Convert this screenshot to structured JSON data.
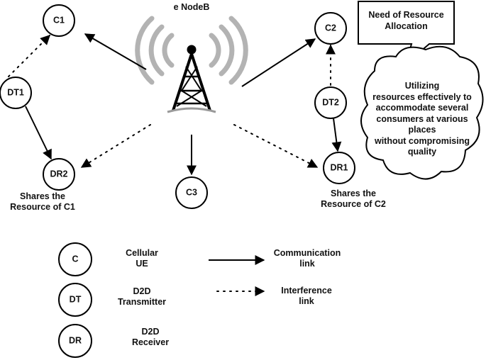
{
  "enodeb_label": "e NodeB",
  "nodes": {
    "c1": "C1",
    "c2": "C2",
    "c3": "C3",
    "dt1": "DT1",
    "dt2": "DT2",
    "dr1": "DR1",
    "dr2": "DR2"
  },
  "shares_c1": "Shares the\nResource of  C1",
  "shares_c2": "Shares the\nResource of  C2",
  "callout": "Need of Resource\nAllocation",
  "cloud": "Utilizing\nresources effectively to\naccommodate several\nconsumers at various\nplaces\nwithout compromising\nquality",
  "legend": {
    "c_symbol": "C",
    "c_text": "Cellular\nUE",
    "dt_symbol": "DT",
    "dt_text": "D2D\nTransmitter",
    "dr_symbol": "DR",
    "dr_text": "D2D\nReceiver",
    "comm_text": "Communication\nlink",
    "interf_text": "Interference\nlink"
  },
  "colors": {
    "stroke": "#000000",
    "signal_wave": "#b0b0b0",
    "background": "#ffffff"
  }
}
